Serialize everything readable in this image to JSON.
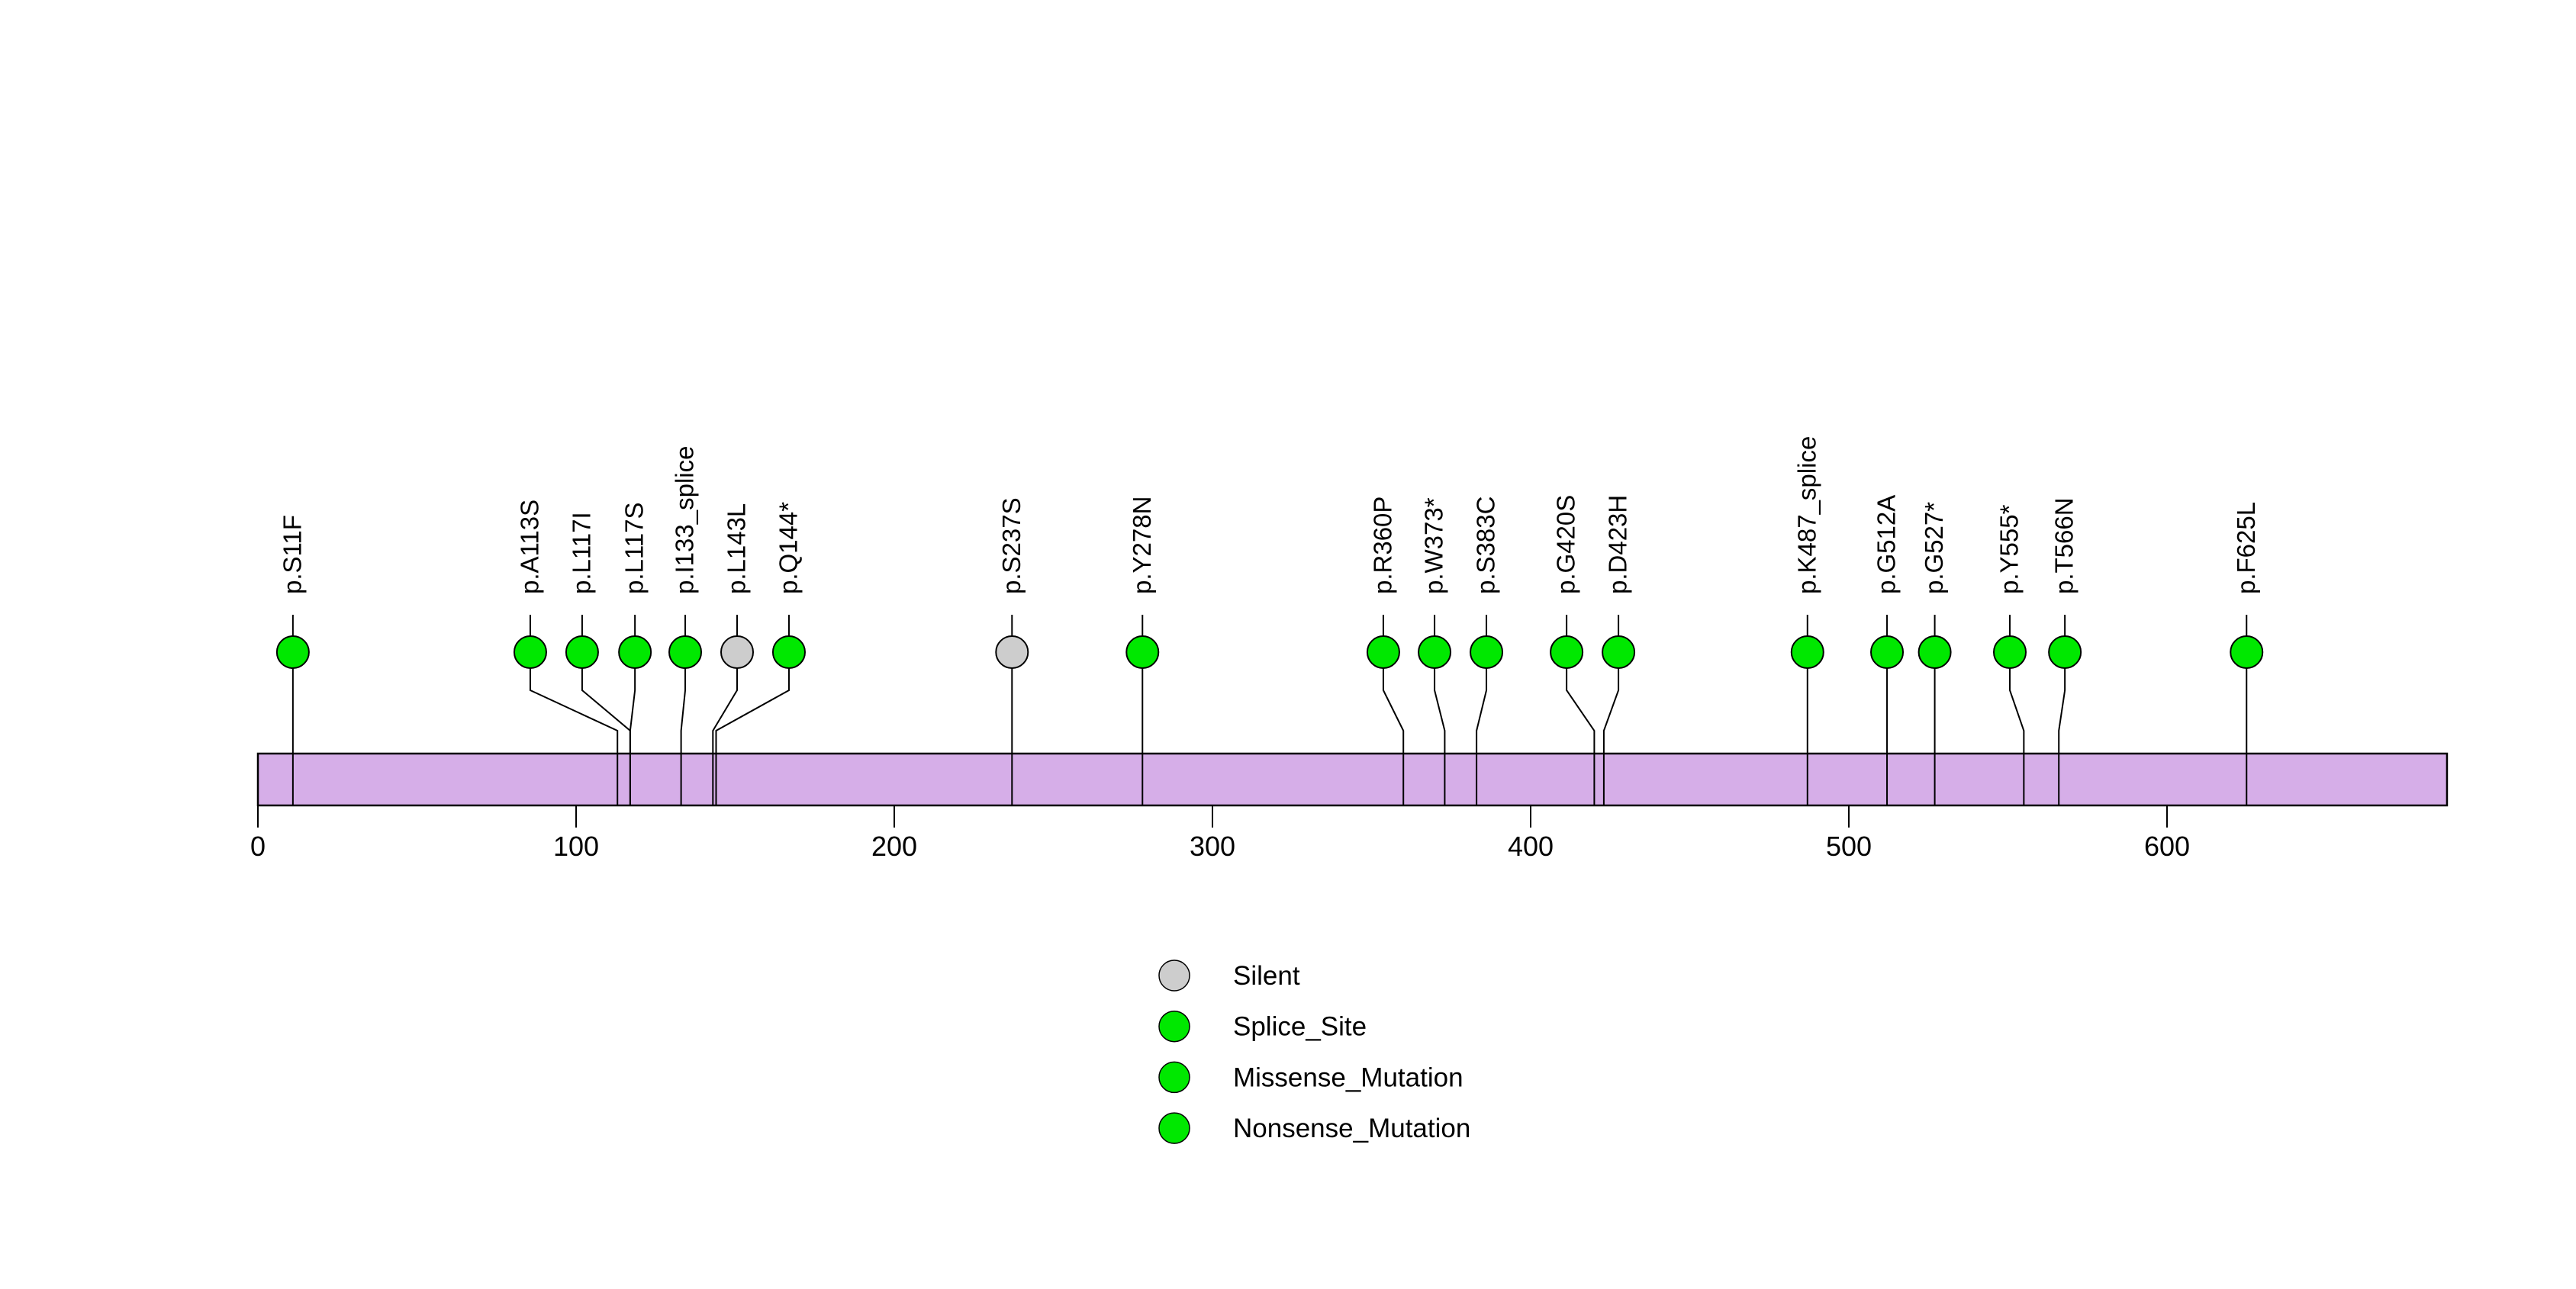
{
  "chart_data": {
    "type": "lollipop",
    "description": "Protein lollipop mutation plot (maftools-style). A horizontal protein backbone with amino-acid axis, lollipop sticks rising to circular mutation heads with rotated labels above, and a mutation-type legend below.",
    "protein": {
      "length_aa": 688,
      "bar_color": "#D6AEE8",
      "bar_border_color": "#000000"
    },
    "xaxis": {
      "ticks": [
        0,
        100,
        200,
        300,
        400,
        500,
        600
      ],
      "tick_labels": [
        "0",
        "100",
        "200",
        "300",
        "400",
        "500",
        "600"
      ],
      "range": [
        0,
        688
      ]
    },
    "mutations": [
      {
        "label": "p.S11F",
        "pos": 11,
        "disp": 11,
        "type": "Missense_Mutation"
      },
      {
        "label": "p.A113S",
        "pos": 113,
        "disp": 85.6,
        "type": "Missense_Mutation"
      },
      {
        "label": "p.L117I",
        "pos": 117,
        "disp": 101.9,
        "type": "Missense_Mutation"
      },
      {
        "label": "p.L117S",
        "pos": 117,
        "disp": 118.5,
        "type": "Missense_Mutation"
      },
      {
        "label": "p.I133_splice",
        "pos": 133,
        "disp": 134.3,
        "type": "Splice_Site"
      },
      {
        "label": "p.L143L",
        "pos": 143,
        "disp": 150.6,
        "type": "Silent"
      },
      {
        "label": "p.Q144*",
        "pos": 144,
        "disp": 166.9,
        "type": "Nonsense_Mutation"
      },
      {
        "label": "p.S237S",
        "pos": 237,
        "disp": 237,
        "type": "Silent"
      },
      {
        "label": "p.Y278N",
        "pos": 278,
        "disp": 278,
        "type": "Missense_Mutation"
      },
      {
        "label": "p.R360P",
        "pos": 360,
        "disp": 353.7,
        "type": "Missense_Mutation"
      },
      {
        "label": "p.W373*",
        "pos": 373,
        "disp": 369.8,
        "type": "Nonsense_Mutation"
      },
      {
        "label": "p.S383C",
        "pos": 383,
        "disp": 386.1,
        "type": "Missense_Mutation"
      },
      {
        "label": "p.G420S",
        "pos": 420,
        "disp": 411.3,
        "type": "Missense_Mutation"
      },
      {
        "label": "p.D423H",
        "pos": 423,
        "disp": 427.6,
        "type": "Missense_Mutation"
      },
      {
        "label": "p.K487_splice",
        "pos": 487,
        "disp": 487,
        "type": "Splice_Site"
      },
      {
        "label": "p.G512A",
        "pos": 512,
        "disp": 512,
        "type": "Missense_Mutation"
      },
      {
        "label": "p.G527*",
        "pos": 527,
        "disp": 527,
        "type": "Nonsense_Mutation"
      },
      {
        "label": "p.Y555*",
        "pos": 555,
        "disp": 550.6,
        "type": "Nonsense_Mutation"
      },
      {
        "label": "p.T566N",
        "pos": 566,
        "disp": 567.9,
        "type": "Missense_Mutation"
      },
      {
        "label": "p.F625L",
        "pos": 625,
        "disp": 625,
        "type": "Missense_Mutation"
      }
    ],
    "type_colors": {
      "Silent": "#CDCDCD",
      "Splice_Site": "#00E800",
      "Missense_Mutation": "#00E800",
      "Nonsense_Mutation": "#00E800"
    },
    "legend": {
      "position": "bottom-center",
      "entries": [
        {
          "label": "Silent",
          "color": "#CDCDCD"
        },
        {
          "label": "Splice_Site",
          "color": "#00E800"
        },
        {
          "label": "Missense_Mutation",
          "color": "#00E800"
        },
        {
          "label": "Nonsense_Mutation",
          "color": "#00E800"
        }
      ]
    },
    "style": {
      "stick_color": "#000000",
      "circle_border_color": "#000000",
      "background": "#ffffff",
      "grid": false
    }
  }
}
